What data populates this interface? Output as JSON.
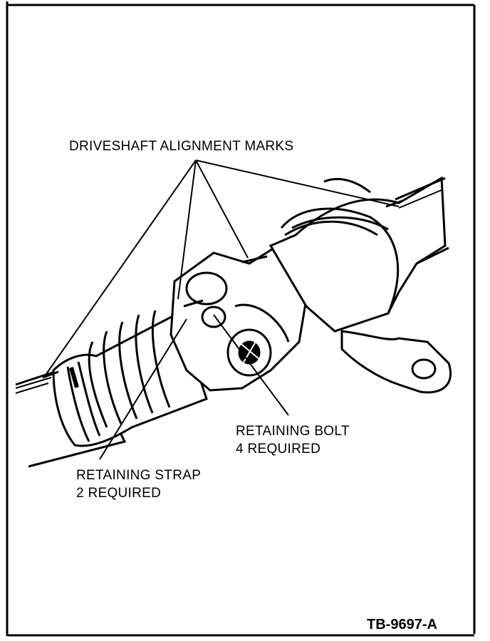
{
  "labels": {
    "alignment_marks": "DRIVESHAFT ALIGNMENT MARKS",
    "retaining_bolt_line1": "RETAINING BOLT",
    "retaining_bolt_line2": "4 REQUIRED",
    "retaining_strap_line1": "RETAINING STRAP",
    "retaining_strap_line2": "2 REQUIRED"
  },
  "figure_code": "TB-9697-A"
}
